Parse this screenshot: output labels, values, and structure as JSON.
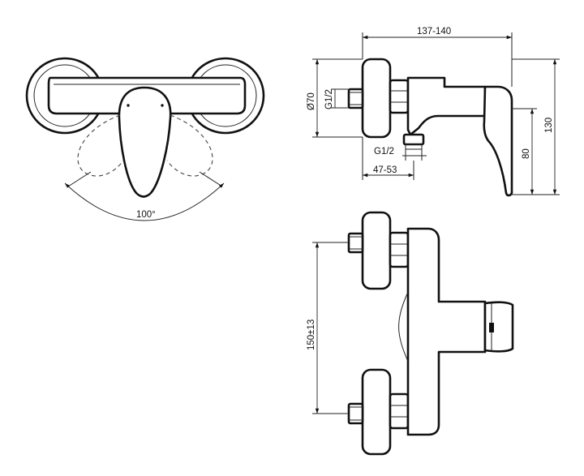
{
  "dimensions": {
    "rotation_angle": "100°",
    "overall_depth": "137-140",
    "wall_plate_diameter": "Ø70",
    "inlet_thread_side": "G1/2",
    "outlet_thread": "G1/2",
    "outlet_offset": "47-53",
    "outlet_height": "80",
    "overall_height": "130",
    "inlet_centres": "150±13"
  },
  "colors": {
    "line": "#111111",
    "dashed": "#444444",
    "background": "#ffffff"
  }
}
